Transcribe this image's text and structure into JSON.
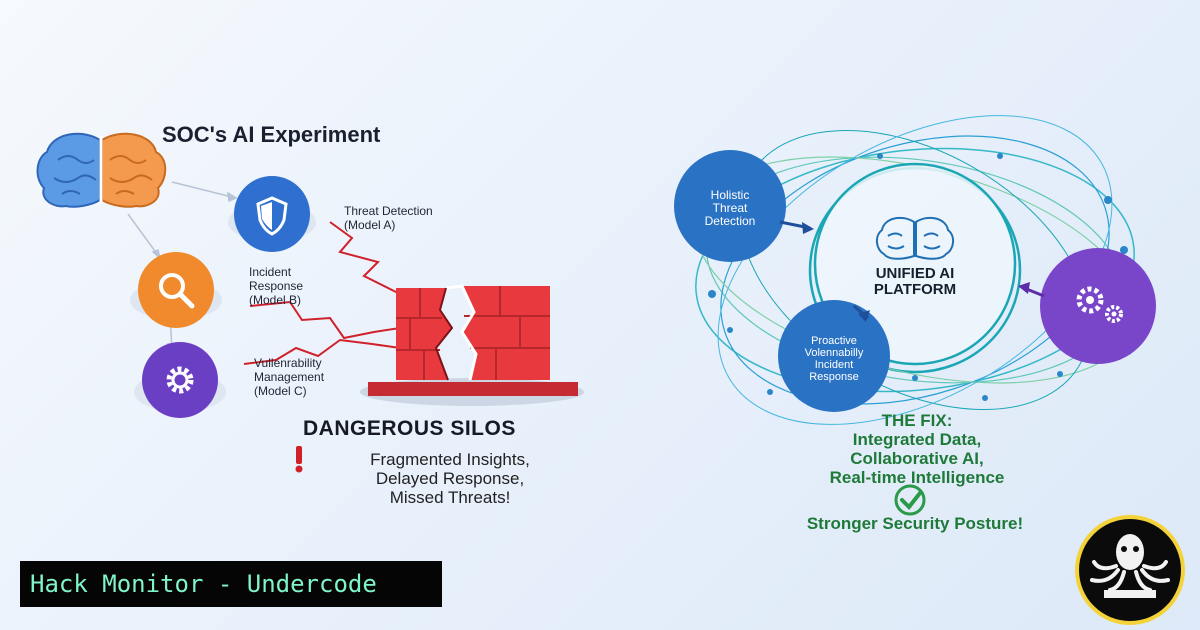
{
  "title": "SOC's AI Experiment",
  "models": [
    {
      "label_lines": [
        "Threat Detection",
        "(Model A)"
      ],
      "icon": "shield-icon",
      "color": "#2f6fd0"
    },
    {
      "label_lines": [
        "Incident",
        "Response",
        "(Model B)"
      ],
      "icon": "magnifier-icon",
      "color": "#f08a2c"
    },
    {
      "label_lines": [
        "Vullenrability",
        "Management",
        "(Model C)"
      ],
      "icon": "gear-icon",
      "color": "#6a3fc4"
    }
  ],
  "silos": {
    "heading": "DANGEROUS SILOS",
    "alert_glyph": "!",
    "desc_lines": [
      "Fragmented Insights,",
      "Delayed Response,",
      "Missed Threats!"
    ]
  },
  "platform": {
    "hub_lines": [
      "UNIFIED AI",
      "PLATFORM"
    ],
    "bubble_top_lines": [
      "Holistic",
      "Threat",
      "Detection"
    ],
    "bubble_bottom_lines": [
      "Proactive",
      "Volennabilly",
      "Incident",
      "Response"
    ]
  },
  "fix": {
    "lines": [
      "THE FIX:",
      "Integrated Data,",
      "Collaborative AI,",
      "Real-time Intelligence"
    ],
    "outcome": "Stronger Security Posture!"
  },
  "banner": {
    "left": "Hack Monitor",
    "dash": " - ",
    "right": "Undercode"
  },
  "colors": {
    "brain_left": "#5b9be6",
    "brain_right": "#f39a4f",
    "wall": "#e8393f",
    "lightning": "#d0212b",
    "accent_green": "#1f7a3a",
    "ring": "#1aa6b5"
  }
}
